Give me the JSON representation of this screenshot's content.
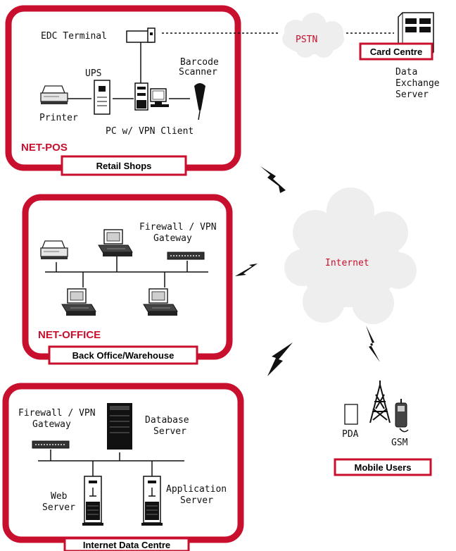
{
  "colors": {
    "accent": "#c8102e",
    "cloud": "#eeeeee"
  },
  "retail": {
    "edc_terminal": "EDC Terminal",
    "ups": "UPS",
    "barcode_1": "Barcode",
    "barcode_2": "Scanner",
    "printer": "Printer",
    "pc": "PC w/ VPN Client",
    "brand": "NET-POS",
    "caption": "Retail Shops"
  },
  "pstn": "PSTN",
  "card_centre": {
    "label": "Card Centre",
    "server_1": "Data",
    "server_2": "Exchange",
    "server_3": "Server"
  },
  "office": {
    "firewall_1": "Firewall / VPN",
    "firewall_2": "Gateway",
    "brand": "NET-OFFICE",
    "caption": "Back Office/Warehouse"
  },
  "internet": "Internet",
  "datacentre": {
    "firewall_1": "Firewall / VPN",
    "firewall_2": "Gateway",
    "db_1": "Database",
    "db_2": "Server",
    "web_1": "Web",
    "web_2": "Server",
    "app_1": "Application",
    "app_2": "Server",
    "caption": "Internet Data Centre"
  },
  "mobile": {
    "pda": "PDA",
    "gsm": "GSM",
    "caption": "Mobile Users"
  }
}
